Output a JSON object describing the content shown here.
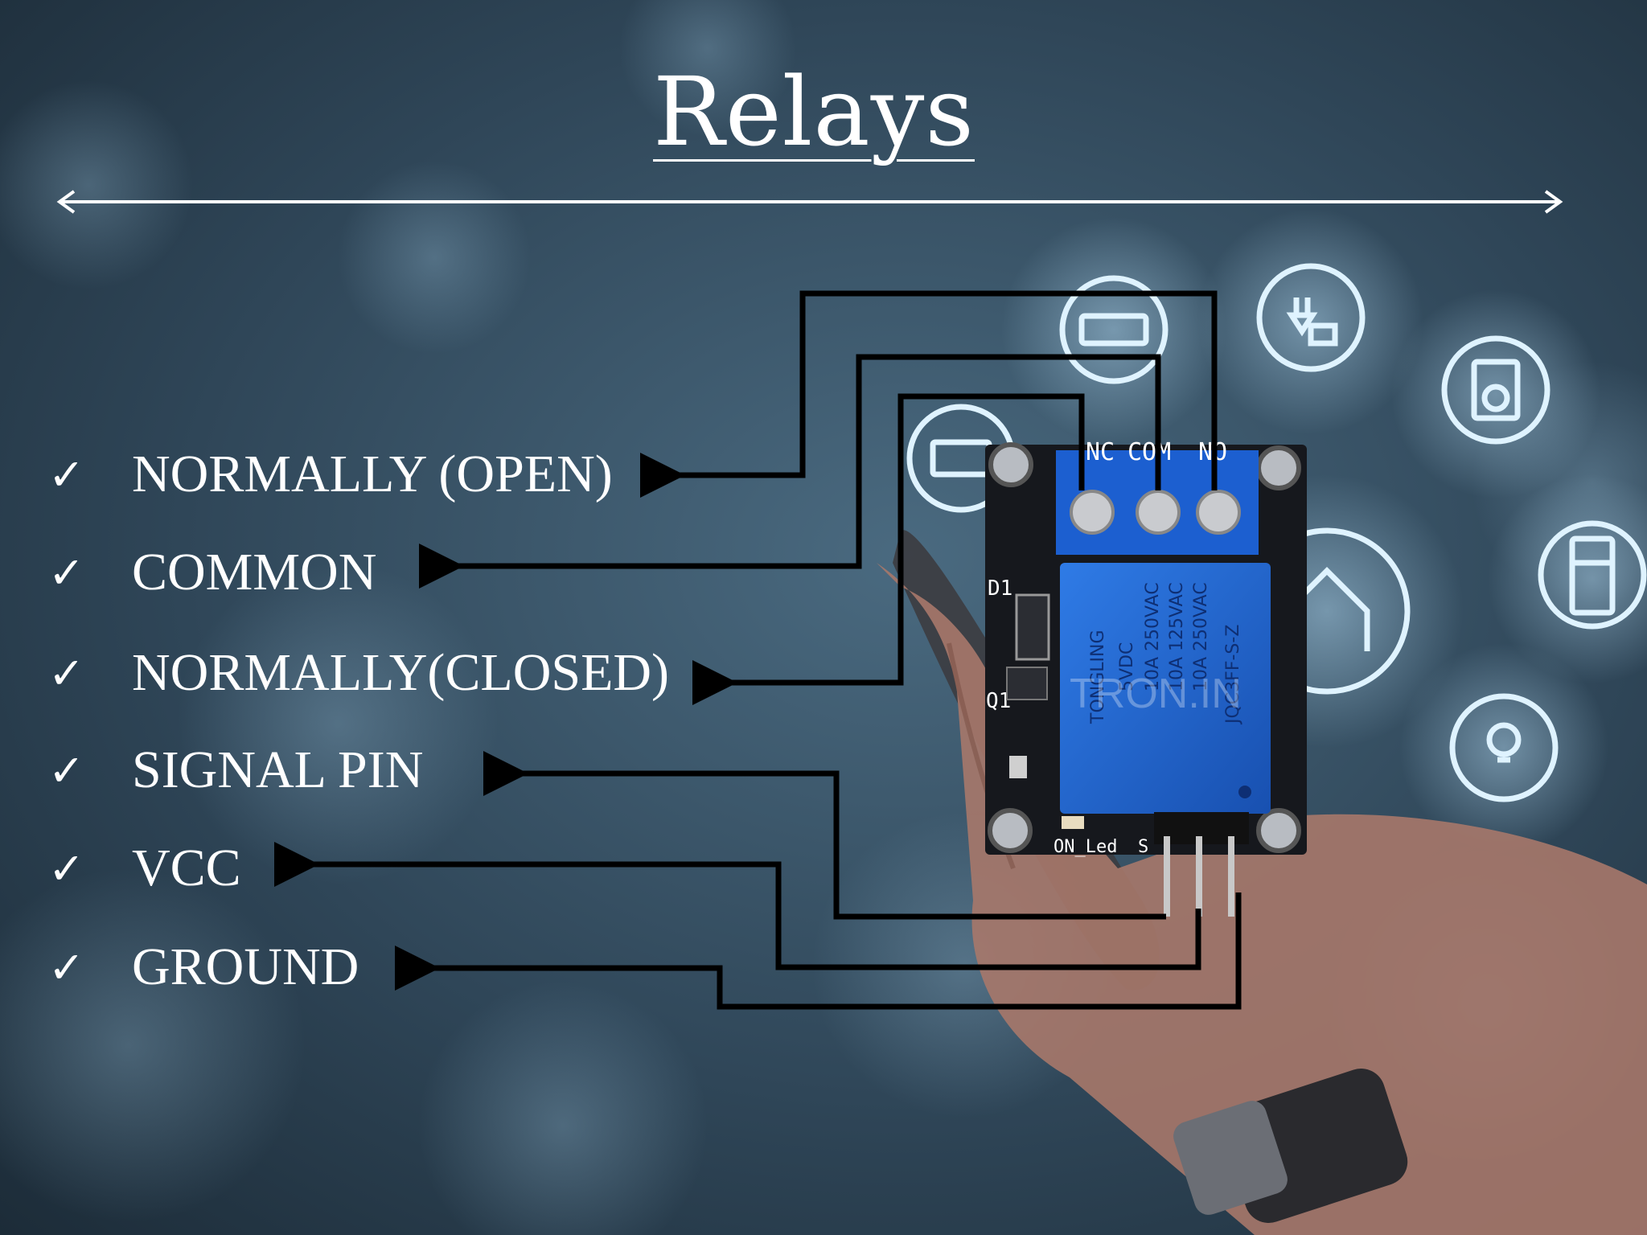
{
  "slide": {
    "title": "Relays",
    "pins": [
      {
        "label": "NORMALLY (OPEN)",
        "check": "✓"
      },
      {
        "label": "COMMON",
        "check": "✓"
      },
      {
        "label": "NORMALLY(CLOSED)",
        "check": "✓"
      },
      {
        "label": "SIGNAL PIN",
        "check": "✓"
      },
      {
        "label": "VCC",
        "check": "✓"
      },
      {
        "label": "GROUND",
        "check": "✓"
      }
    ]
  },
  "relay_module": {
    "terminal_labels": [
      "NC",
      "COM",
      "NO"
    ],
    "relay_text": [
      "TONGLING",
      "5VDC",
      "10A 250VAC",
      "10A 125VAC",
      "10A 250VAC",
      "JQC3FF-S-Z"
    ],
    "board_labels": [
      "D1",
      "Q1",
      "ON_Led",
      "S"
    ],
    "watermark": "TRON.IN"
  },
  "colors": {
    "background": "#2b4050",
    "relay_blue": "#1f63c9",
    "board": "#16181d",
    "text": "#ffffff",
    "connector": "#000000"
  }
}
